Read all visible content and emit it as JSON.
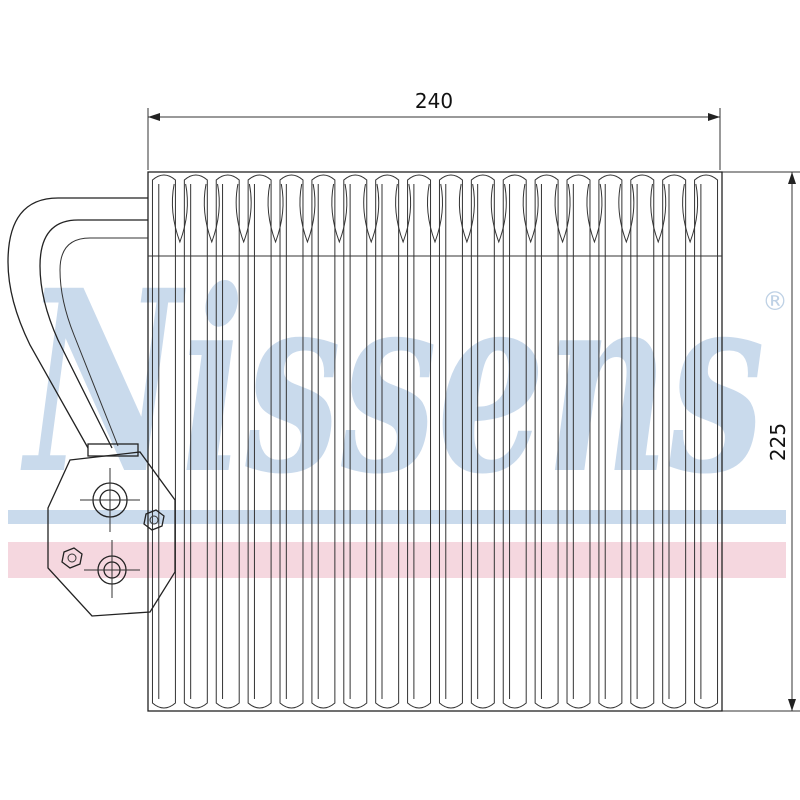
{
  "diagram": {
    "dimensions": {
      "width_label": "240",
      "height_label": "225"
    },
    "watermark": {
      "brand": "Nissens",
      "registered_mark": "®"
    },
    "fin_count": 18,
    "colors": {
      "line": "#222222",
      "watermark_blue": "#b8cde3",
      "watermark_red": "#f2c9d3",
      "background": "#ffffff"
    }
  }
}
